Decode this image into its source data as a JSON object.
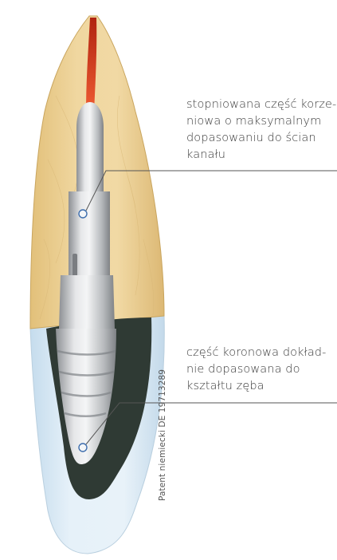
{
  "callouts": {
    "root": {
      "lines": [
        "stopniowana część korze-",
        "niowa o maksymalnym",
        "dopasowaniu do ścian",
        "kanału"
      ]
    },
    "crown": {
      "lines": [
        "część koronowa dokład-",
        "nie dopasowana do",
        "kształtu zęba"
      ]
    }
  },
  "patent": "Patent niemiecki DE 19713289",
  "colors": {
    "dentin": "#e8cd8c",
    "canal": "#e0452a",
    "enamel": "#d6e8f4",
    "cement": "#2f3a34",
    "post": "#d2d4d6"
  }
}
